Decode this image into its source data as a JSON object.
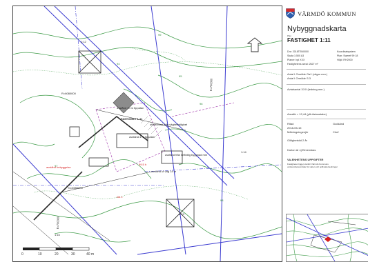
{
  "header": {
    "municipality": "VÄRMDÖ KOMMUN",
    "title": "Nybyggnadskarta",
    "small_note": "Plan",
    "subtitle": "FASTIGHET 1:11"
  },
  "info_rows": [
    {
      "label": "Dnr:  2018TEN0000",
      "value": "Koordinatsystem"
    },
    {
      "label": "Skala  1:500 A3",
      "value": "Plan: Sweref 99 18"
    },
    {
      "label": "Planer: bpl XXX",
      "value": "Höjd: RH2000"
    },
    {
      "label": "Fastighetens areal: 2527 m²",
      "value": ""
    }
  ],
  "sections": {
    "area1": "Antal I Område Ga1 (vägar mm.)",
    "area2": "Antal I Område S:3",
    "agreement": "Avtalsavtal XXX (ledning mm.)",
    "area_note": "Arealtb = 12,44 (på distanstabe)",
    "drawn_label": "Ritad",
    "drawn_date": "2018-05-15",
    "drawn_by": "Mätningsingenjör",
    "approved_label": "Godkänd",
    "approved_by": "Chef",
    "validity": "Giltighetstid 2 år",
    "map_scale_note": "Karton är ej Elmenskas",
    "water_title": "VA-ENHETENS UPPGIFTER",
    "water_text_1": "Fastigheten ligger utanför Värmdö Kommuns",
    "water_text_2": "verksamhetsområde för vatten och spillvattenledningar"
  },
  "map_labels": {
    "parcel_a": "1:12",
    "parcel_b": "1:13",
    "parcel_c": "1:14",
    "parcel_d": "1:15",
    "elev_1": "94",
    "elev_2": "95",
    "elev_3": "96",
    "elev_4": "97",
    "elev_5": "98",
    "elev_6": "99",
    "prop_1": "R=6080000",
    "prop_2": "E=700000",
    "prop_3": "N=6580000",
    "prop_4": "E=700000",
    "fastighet": "FASTIGHET 1:11",
    "note_1": "avstånd 10 m tippatan",
    "note_2": "avstånd 4 m tippatan",
    "note_3": "utfart/infart från vägbefintlighet",
    "note_4": "avstånd från befintlig byggnad mm",
    "note_5": "avstånd ut väg 14 m",
    "red_1": "Ga 1",
    "red_2": "99.5 h",
    "red_3": "avstånd bebyggelse"
  },
  "scale_bar": {
    "ticks": [
      "0",
      "10",
      "20",
      "30",
      "40 m"
    ]
  },
  "colors": {
    "road_blue": "#3a3ad0",
    "contour_green": "#3c9a46",
    "label_red": "#d62020",
    "parcel_purple": "#9a2aa6",
    "line_dark": "#2a2a2a"
  }
}
